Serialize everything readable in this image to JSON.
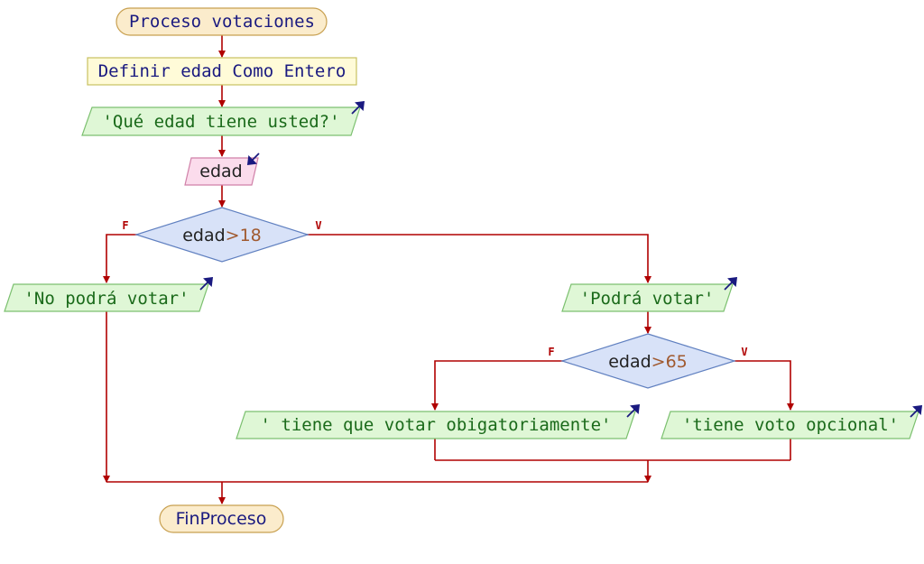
{
  "diagram": {
    "start": "Proceso votaciones",
    "define": "Definir edad Como Entero",
    "output_question": "'Qué edad tiene usted?'",
    "input_var": "edad",
    "cond1": {
      "var": "edad",
      "op": ">",
      "num": "18",
      "false_label": "F",
      "true_label": "V"
    },
    "out_no": "'No podrá votar'",
    "out_yes": "'Podrá votar'",
    "cond2": {
      "var": "edad",
      "op": ">",
      "num": "65",
      "false_label": "F",
      "true_label": "V"
    },
    "out_mandatory": "' tiene que votar obigatoriamente'",
    "out_optional": "'tiene voto opcional'",
    "end": "FinProceso"
  },
  "colors": {
    "line": "#b00000",
    "terminal_fill": "#fbeccc",
    "terminal_stroke": "#c8a050",
    "define_fill": "#fffbd8",
    "define_stroke": "#c8c060",
    "output_fill": "#dff7d6",
    "output_stroke": "#7cc070",
    "output_text": "#1a6a1a",
    "input_fill": "#fbdcec",
    "input_stroke": "#d080a8",
    "decision_fill": "#d8e2f8",
    "decision_stroke": "#6080c0",
    "keyword_text": "#1a1a80",
    "number_text": "#a05a30",
    "io_icon": "#1a1a80"
  }
}
